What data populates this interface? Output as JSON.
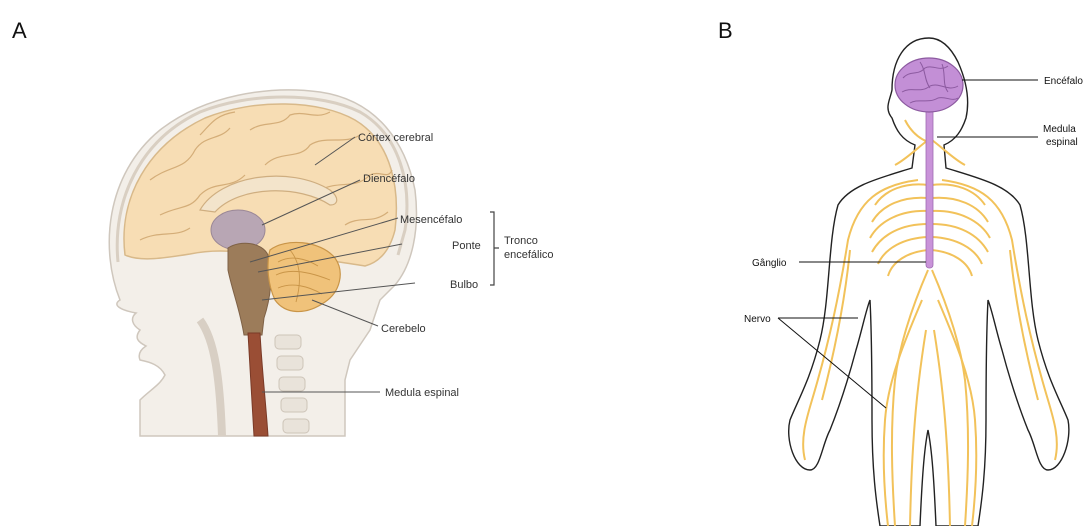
{
  "panels": [
    {
      "letter": "A"
    },
    {
      "letter": "B"
    }
  ],
  "panel_a": {
    "labels": {
      "cortex": "Córtex cerebral",
      "diencefalo": "Diencéfalo",
      "mesencefalo": "Mesencéfalo",
      "ponte": "Ponte",
      "bulbo": "Bulbo",
      "cerebelo": "Cerebelo",
      "medula": "Medula espinal",
      "tronco_line1": "Tronco",
      "tronco_line2": "encefálico"
    },
    "colors": {
      "brain": "#f7ddb4",
      "diencephalon": "#b8a6b4",
      "brainstem": "#9c7c5a",
      "cerebellum": "#f0c27a",
      "spinal_cord": "#9a4e35",
      "skin": "#f3efe9"
    }
  },
  "panel_b": {
    "labels": {
      "encefalo": "Encéfalo",
      "medula_line1": "Medula",
      "medula_line2": "espinal",
      "ganglio": "Gânglio",
      "nervo": "Nervo"
    },
    "colors": {
      "brain": "#c38fd6",
      "spinal_cord": "#c993d9",
      "nerves": "#f2c25a"
    }
  }
}
